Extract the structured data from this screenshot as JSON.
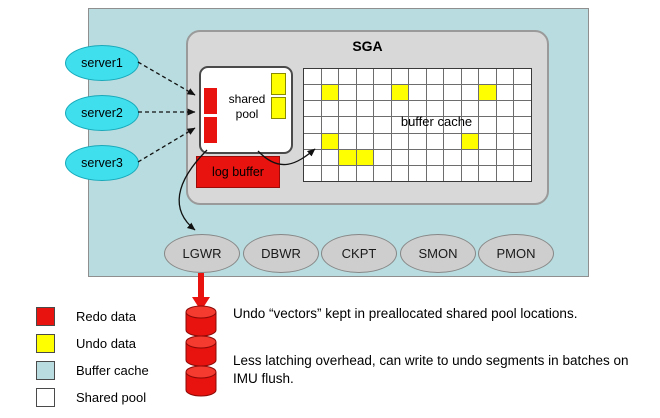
{
  "diagram": {
    "sga_label": "SGA",
    "shared_pool_label": "shared pool",
    "log_buffer_label": "log buffer",
    "buffer_cache_label": "buffer cache",
    "servers": [
      "server1",
      "server2",
      "server3"
    ],
    "processes": [
      "LGWR",
      "DBWR",
      "CKPT",
      "SMON",
      "PMON"
    ],
    "buffer_cache_grid": {
      "rows": 7,
      "cols": 13,
      "yellow_cells": [
        [
          1,
          1
        ],
        [
          1,
          5
        ],
        [
          1,
          10
        ],
        [
          4,
          1
        ],
        [
          4,
          9
        ],
        [
          5,
          2
        ],
        [
          5,
          3
        ]
      ]
    },
    "colors": {
      "redo": "#e8120e",
      "undo": "#ffff00",
      "buffer_cache_bg": "#b8dcdf",
      "shared_pool_bg": "#ffffff"
    },
    "legend": [
      {
        "label": "Redo data",
        "color": "#e8120e"
      },
      {
        "label": "Undo data",
        "color": "#ffff00"
      },
      {
        "label": "Buffer cache",
        "color": "#b8dcdf"
      },
      {
        "label": "Shared pool",
        "color": "#ffffff"
      }
    ],
    "notes": [
      "Undo “vectors” kept in preallocated shared pool locations.",
      "Less latching overhead, can write to undo segments in batches on IMU flush."
    ]
  }
}
